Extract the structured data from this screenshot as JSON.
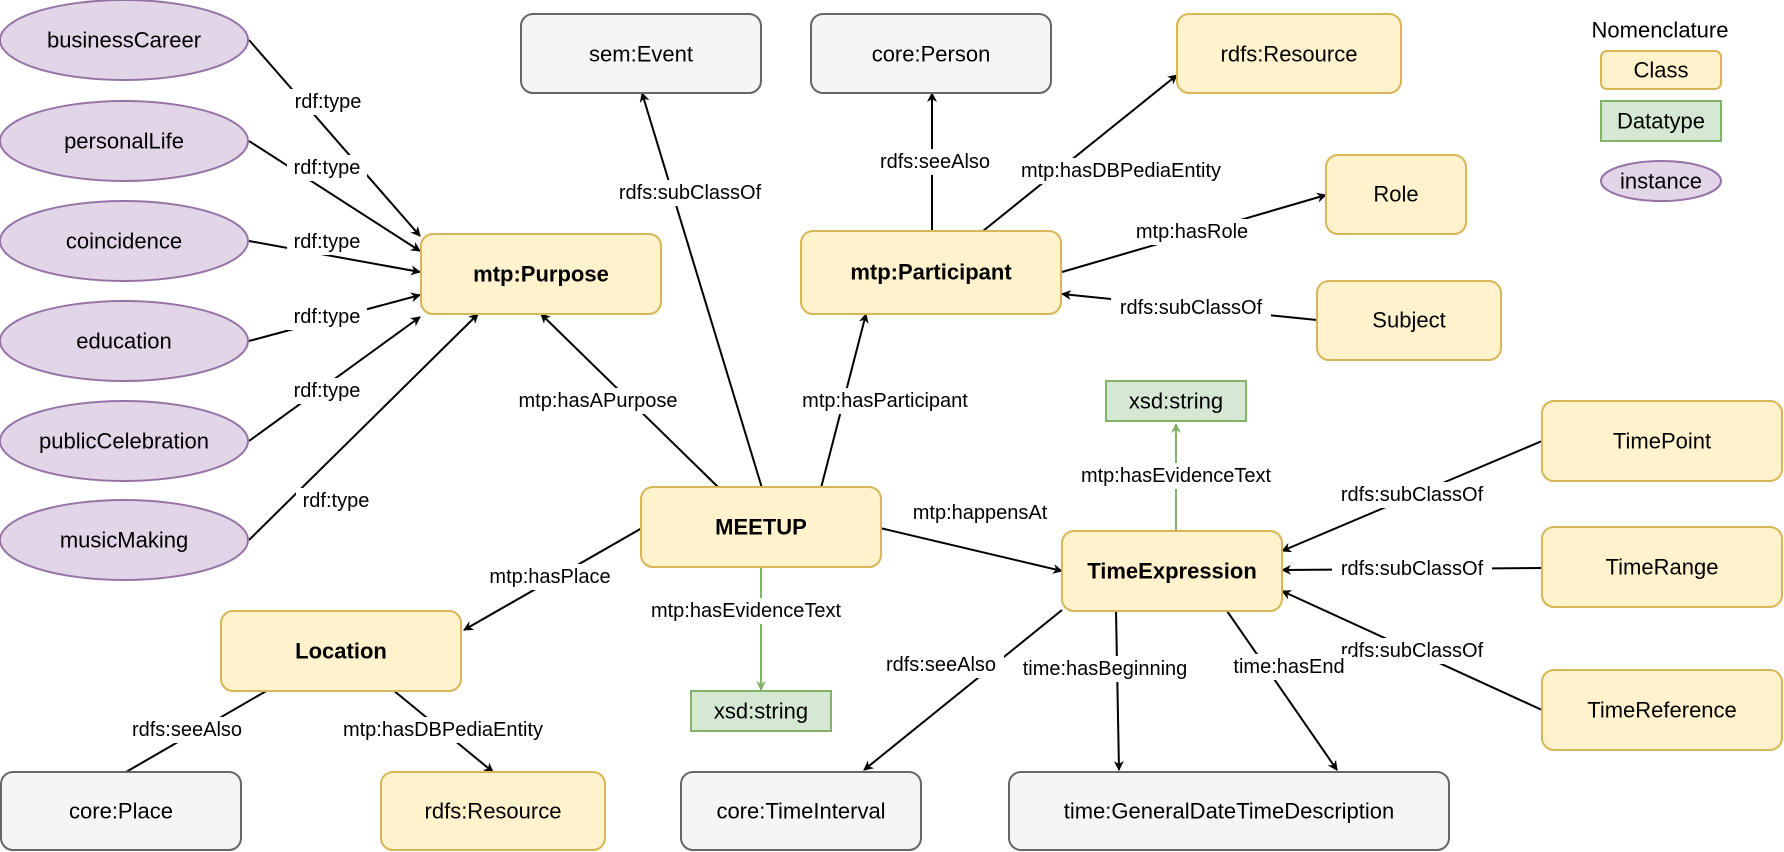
{
  "colors": {
    "class_fill": "#fff2cc",
    "class_stroke": "#d6b656",
    "external_fill": "#f5f5f5",
    "external_stroke": "#666666",
    "datatype_fill": "#d5e8d4",
    "datatype_stroke": "#82b366",
    "instance_fill": "#e1d5e7",
    "instance_stroke": "#9673a6",
    "edge": "#000000",
    "datatype_edge": "#82b366"
  },
  "legend": {
    "title": "Nomenclature",
    "class_label": "Class",
    "datatype_label": "Datatype",
    "instance_label": "instance"
  },
  "nodes": {
    "businessCareer": "businessCareer",
    "personalLife": "personalLife",
    "coincidence": "coincidence",
    "education": "education",
    "publicCelebration": "publicCelebration",
    "musicMaking": "musicMaking",
    "semEvent": "sem:Event",
    "corePerson": "core:Person",
    "rdfsResourceTop": "rdfs:Resource",
    "role": "Role",
    "subject": "Subject",
    "purpose": "mtp:Purpose",
    "participant": "mtp:Participant",
    "xsdStringTop": "xsd:string",
    "timePoint": "TimePoint",
    "timeRange": "TimeRange",
    "timeReference": "TimeReference",
    "meetup": "MEETUP",
    "timeExpression": "TimeExpression",
    "location": "Location",
    "xsdStringBottom": "xsd:string",
    "corePlace": "core:Place",
    "rdfsResourceBottom": "rdfs:Resource",
    "coreTimeInterval": "core:TimeInterval",
    "generalDateTime": "time:GeneralDateTimeDescription"
  },
  "edges": {
    "rdfType": "rdf:type",
    "subClassOf": "rdfs:subClassOf",
    "seeAlso": "rdfs:seeAlso",
    "hasDBPediaEntity": "mtp:hasDBPediaEntity",
    "hasRole": "mtp:hasRole",
    "hasAPurpose": "mtp:hasAPurpose",
    "hasParticipant": "mtp:hasParticipant",
    "hasEvidenceText": "mtp:hasEvidenceText",
    "happensAt": "mtp:happensAt",
    "hasPlace": "mtp:hasPlace",
    "hasBeginning": "time:hasBeginning",
    "hasEnd": "time:hasEnd"
  }
}
